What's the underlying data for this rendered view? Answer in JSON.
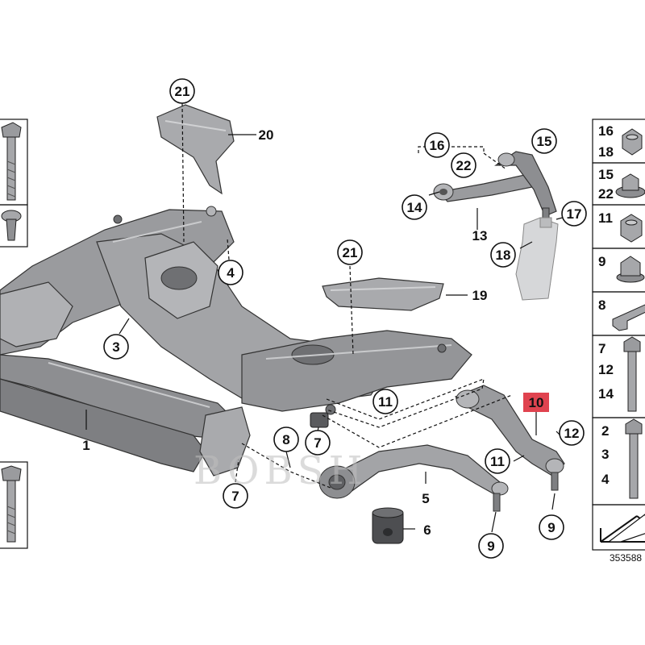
{
  "colors": {
    "part_fill": "#9a9b9e",
    "part_dark": "#6f7073",
    "part_light": "#c9cacc",
    "outline": "#111111",
    "highlight": "#e0434f"
  },
  "watermark": "BOBSH",
  "callouts": [
    {
      "id": "c21a",
      "label": "21"
    },
    {
      "id": "c20",
      "label": "20"
    },
    {
      "id": "c4",
      "label": "4"
    },
    {
      "id": "c3",
      "label": "3"
    },
    {
      "id": "c1",
      "label": "1"
    },
    {
      "id": "c21b",
      "label": "21"
    },
    {
      "id": "c19",
      "label": "19"
    },
    {
      "id": "c16",
      "label": "16"
    },
    {
      "id": "c22",
      "label": "22"
    },
    {
      "id": "c15",
      "label": "15"
    },
    {
      "id": "c14",
      "label": "14"
    },
    {
      "id": "c13",
      "label": "13"
    },
    {
      "id": "c17",
      "label": "17"
    },
    {
      "id": "c18",
      "label": "18"
    },
    {
      "id": "c11a",
      "label": "11"
    },
    {
      "id": "c10",
      "label": "10"
    },
    {
      "id": "c12",
      "label": "12"
    },
    {
      "id": "c11b",
      "label": "11"
    },
    {
      "id": "c8",
      "label": "8"
    },
    {
      "id": "c7a",
      "label": "7"
    },
    {
      "id": "c7b",
      "label": "7"
    },
    {
      "id": "c5",
      "label": "5"
    },
    {
      "id": "c6",
      "label": "6"
    },
    {
      "id": "c9a",
      "label": "9"
    },
    {
      "id": "c9b",
      "label": "9"
    }
  ],
  "side_panel": {
    "rows": [
      {
        "labels": [
          "16",
          "18"
        ]
      },
      {
        "labels": [
          "15",
          "22"
        ]
      },
      {
        "labels": [
          "11"
        ]
      },
      {
        "labels": [
          "9"
        ]
      },
      {
        "labels": [
          "8"
        ]
      },
      {
        "labels": [
          "7",
          "12",
          "14"
        ]
      },
      {
        "labels": [
          "2",
          "3",
          "4"
        ]
      }
    ],
    "code": "353588"
  }
}
